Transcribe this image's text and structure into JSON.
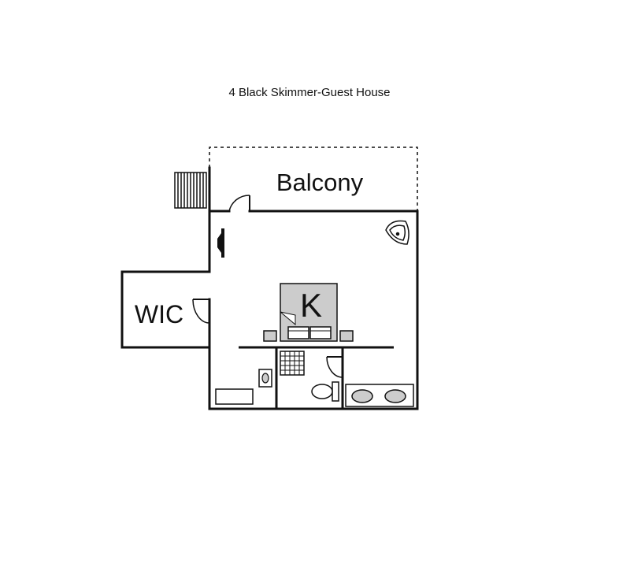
{
  "title": "4 Black Skimmer-Guest House",
  "rooms": {
    "balcony": "Balcony",
    "walk_in_closet": "WIC",
    "bed_size": "K"
  },
  "colors": {
    "walls": "#111111",
    "furniture_fill": "#cccccc",
    "background": "#ffffff"
  }
}
